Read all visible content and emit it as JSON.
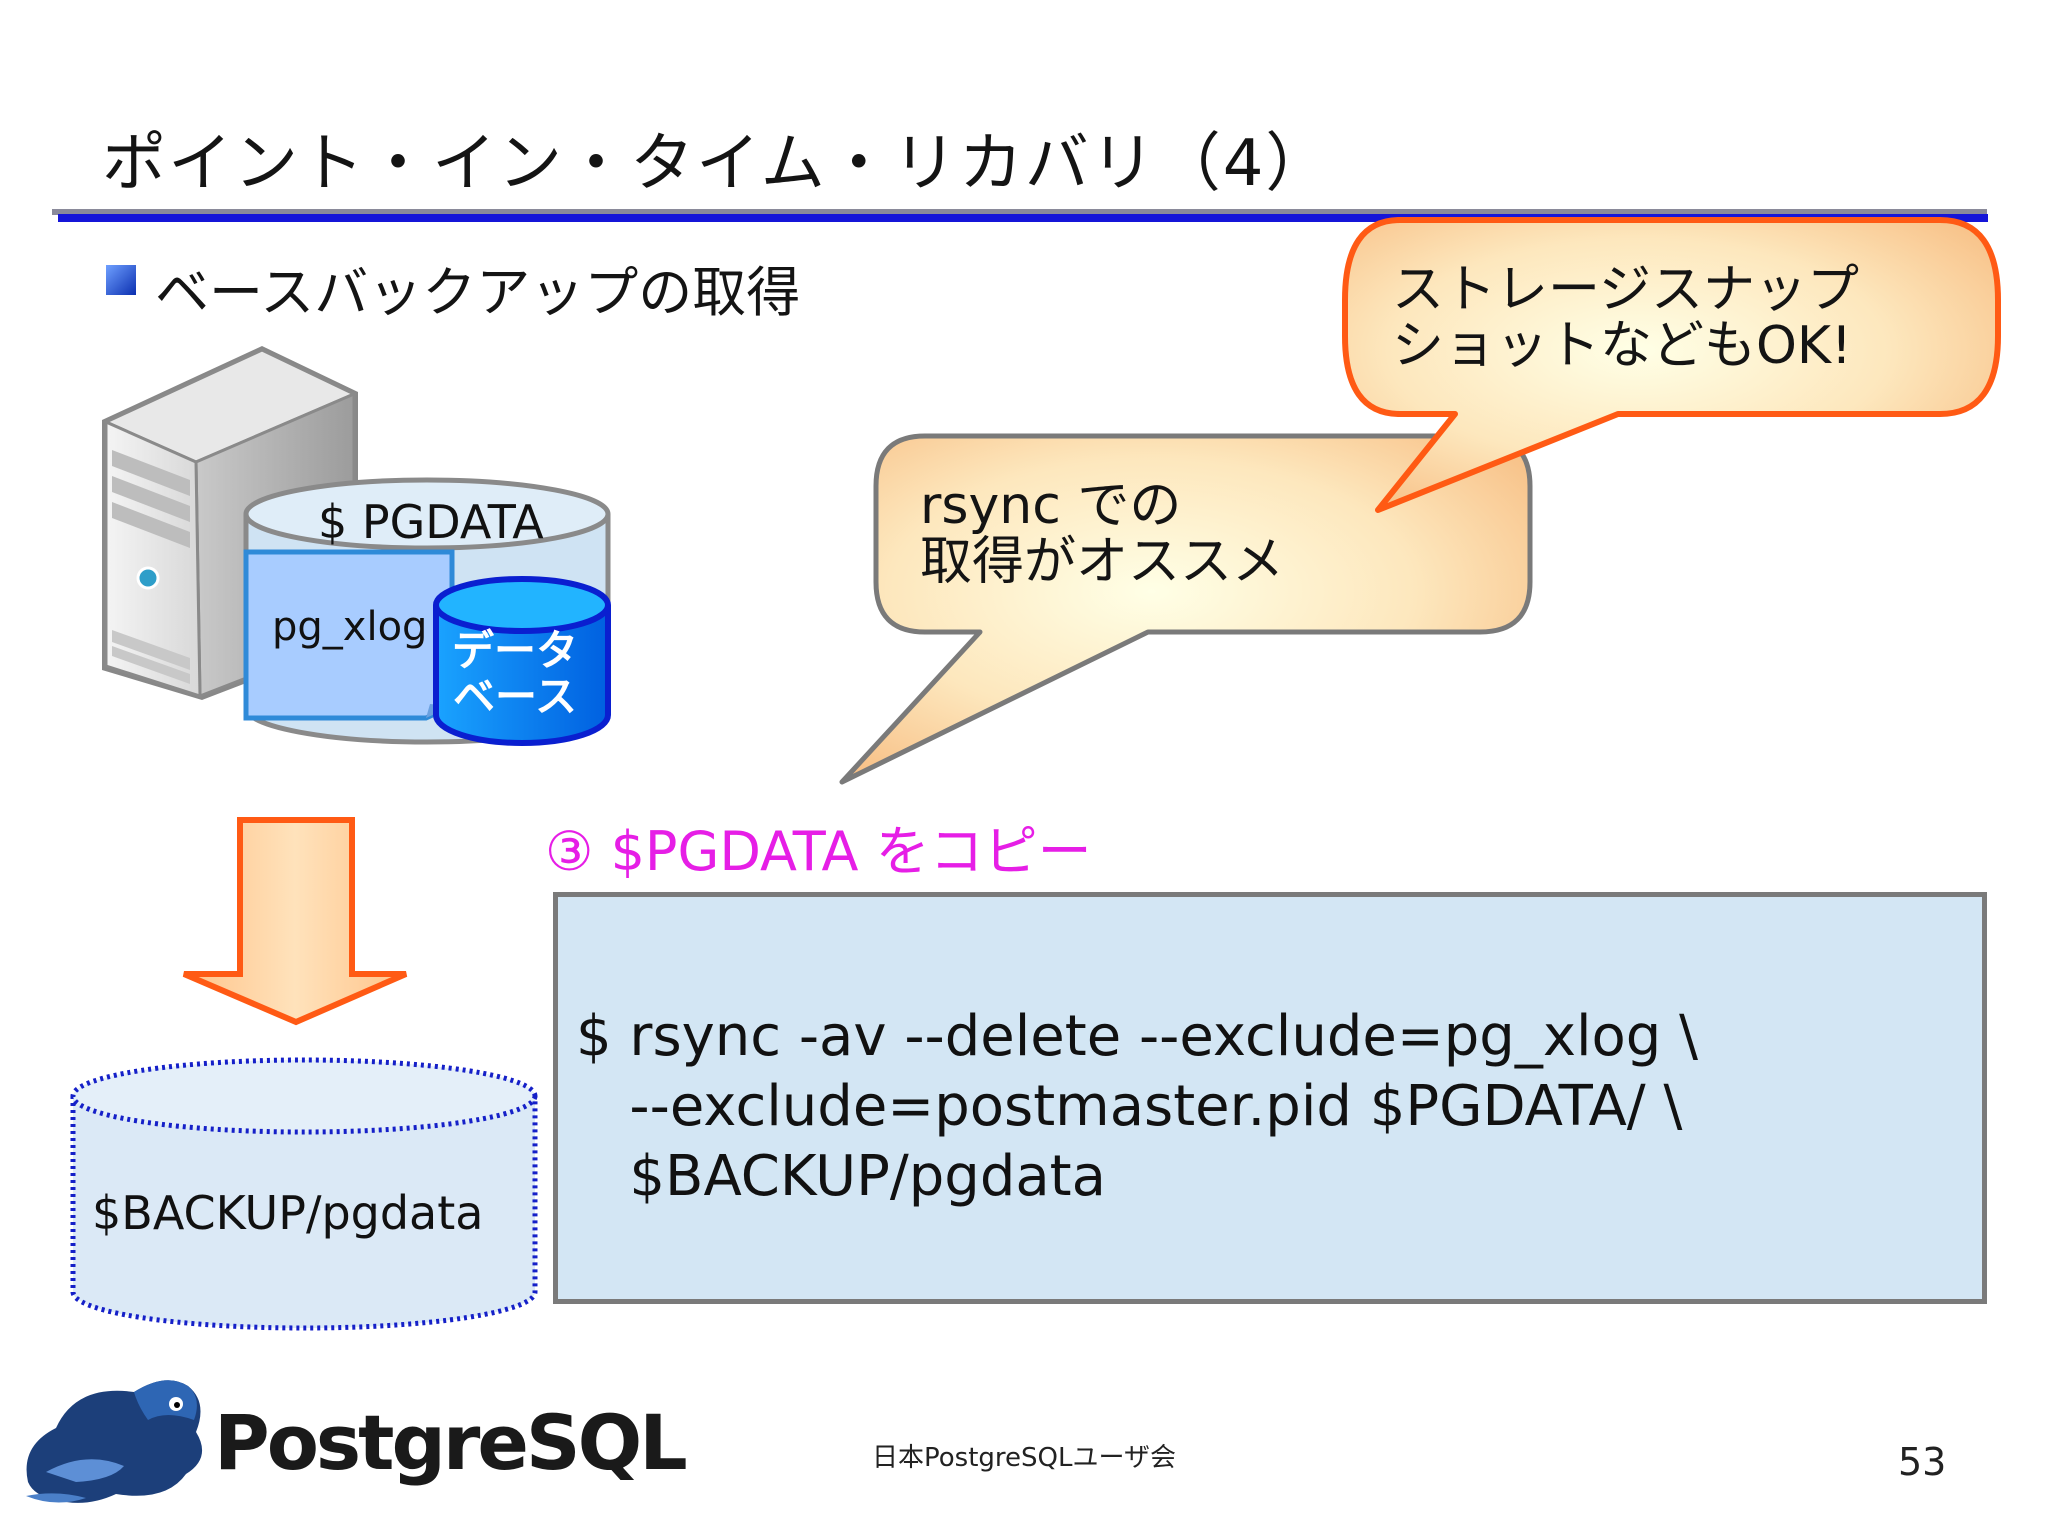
{
  "slide": {
    "title": "ポイント・イン・タイム・リカバリ（4）",
    "bullet": "ベースバックアップの取得",
    "page_number": "53"
  },
  "diagram": {
    "pgdata_label": "$ PGDATA",
    "pgxlog_label": "pg_xlog",
    "database_label": "データ\nベース",
    "backup_label": "$BACKUP/pgdata"
  },
  "callouts": {
    "rsync_note": "rsync での\n取得がオススメ",
    "snapshot_note": "ストレージスナップ\nショットなどもOK!"
  },
  "step": {
    "label": "③ $PGDATA をコピー"
  },
  "command": {
    "text": "$ rsync -av --delete --exclude=pg_xlog \\\n   --exclude=postmaster.pid $PGDATA/ \\\n   $BACKUP/pgdata"
  },
  "footer": {
    "logo_text": "PostgreSQL",
    "organization": "日本PostgreSQLユーザ会"
  },
  "icons": {
    "server": "server-tower-icon",
    "database": "database-cylinder-icon",
    "arrow": "arrow-down-icon",
    "logo": "postgresql-elephant-icon"
  },
  "colors": {
    "title_rule": "#1515d8",
    "step_label": "#e61ee6",
    "command_box": "#d3e6f4",
    "callout_fill": "#fcd5a2",
    "callout_border": "#ff5a14"
  }
}
